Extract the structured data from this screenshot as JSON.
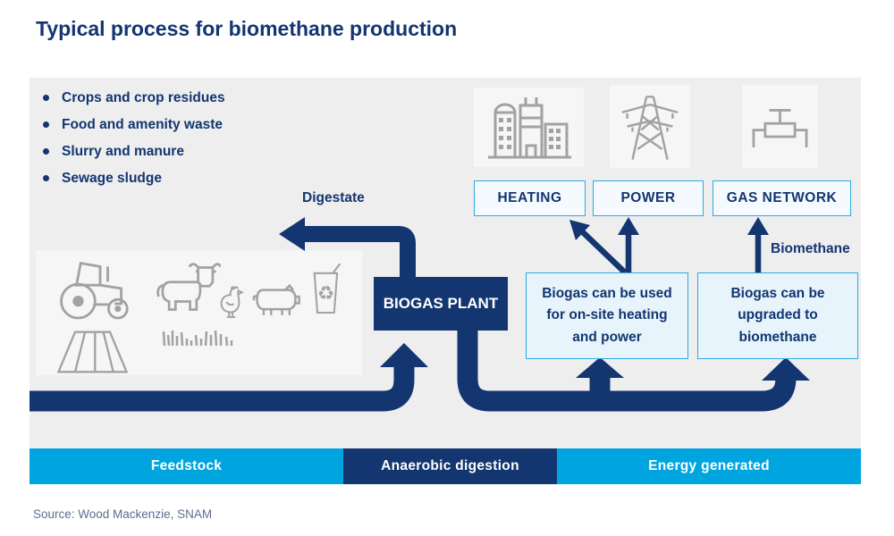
{
  "title": "Typical process for biomethane production",
  "source_note": "Source: Wood Mackenzie, SNAM",
  "colors": {
    "navy": "#133570",
    "cyan": "#00a5e0",
    "box_border": "#2aabe0",
    "panel": "#eeeeef",
    "tile": "#f6f6f7",
    "icon_gray": "#a2a2a2",
    "info_fill": "#e7f4fc",
    "output_fill": "#f4fafd",
    "source_text": "#5c6e91"
  },
  "feedstock": {
    "items": [
      "Crops and crop residues",
      "Food and amenity waste",
      "Slurry and manure",
      "Sewage sludge"
    ],
    "icons": [
      "tractor-icon",
      "field-icon",
      "cow-icon",
      "grass-icon",
      "chicken-icon",
      "pig-icon",
      "recycle-bin-icon"
    ]
  },
  "flow_labels": {
    "digestate": "Digestate",
    "biogas_plant": "BIOGAS PLANT",
    "biomethane": "Biomethane"
  },
  "energy_outputs": [
    {
      "label": "HEATING",
      "icon": "factory-buildings-icon"
    },
    {
      "label": "POWER",
      "icon": "power-pylon-icon"
    },
    {
      "label": "GAS NETWORK",
      "icon": "gas-valve-icon"
    }
  ],
  "info_boxes": [
    {
      "text": "Biogas can be used for on-site heating and power"
    },
    {
      "text": "Biogas can be upgraded to biomethane"
    }
  ],
  "stage_bar": [
    {
      "label": "Feedstock",
      "color": "cyan"
    },
    {
      "label": "Anaerobic digestion",
      "color": "navy"
    },
    {
      "label": "Energy generated",
      "color": "cyan"
    }
  ]
}
